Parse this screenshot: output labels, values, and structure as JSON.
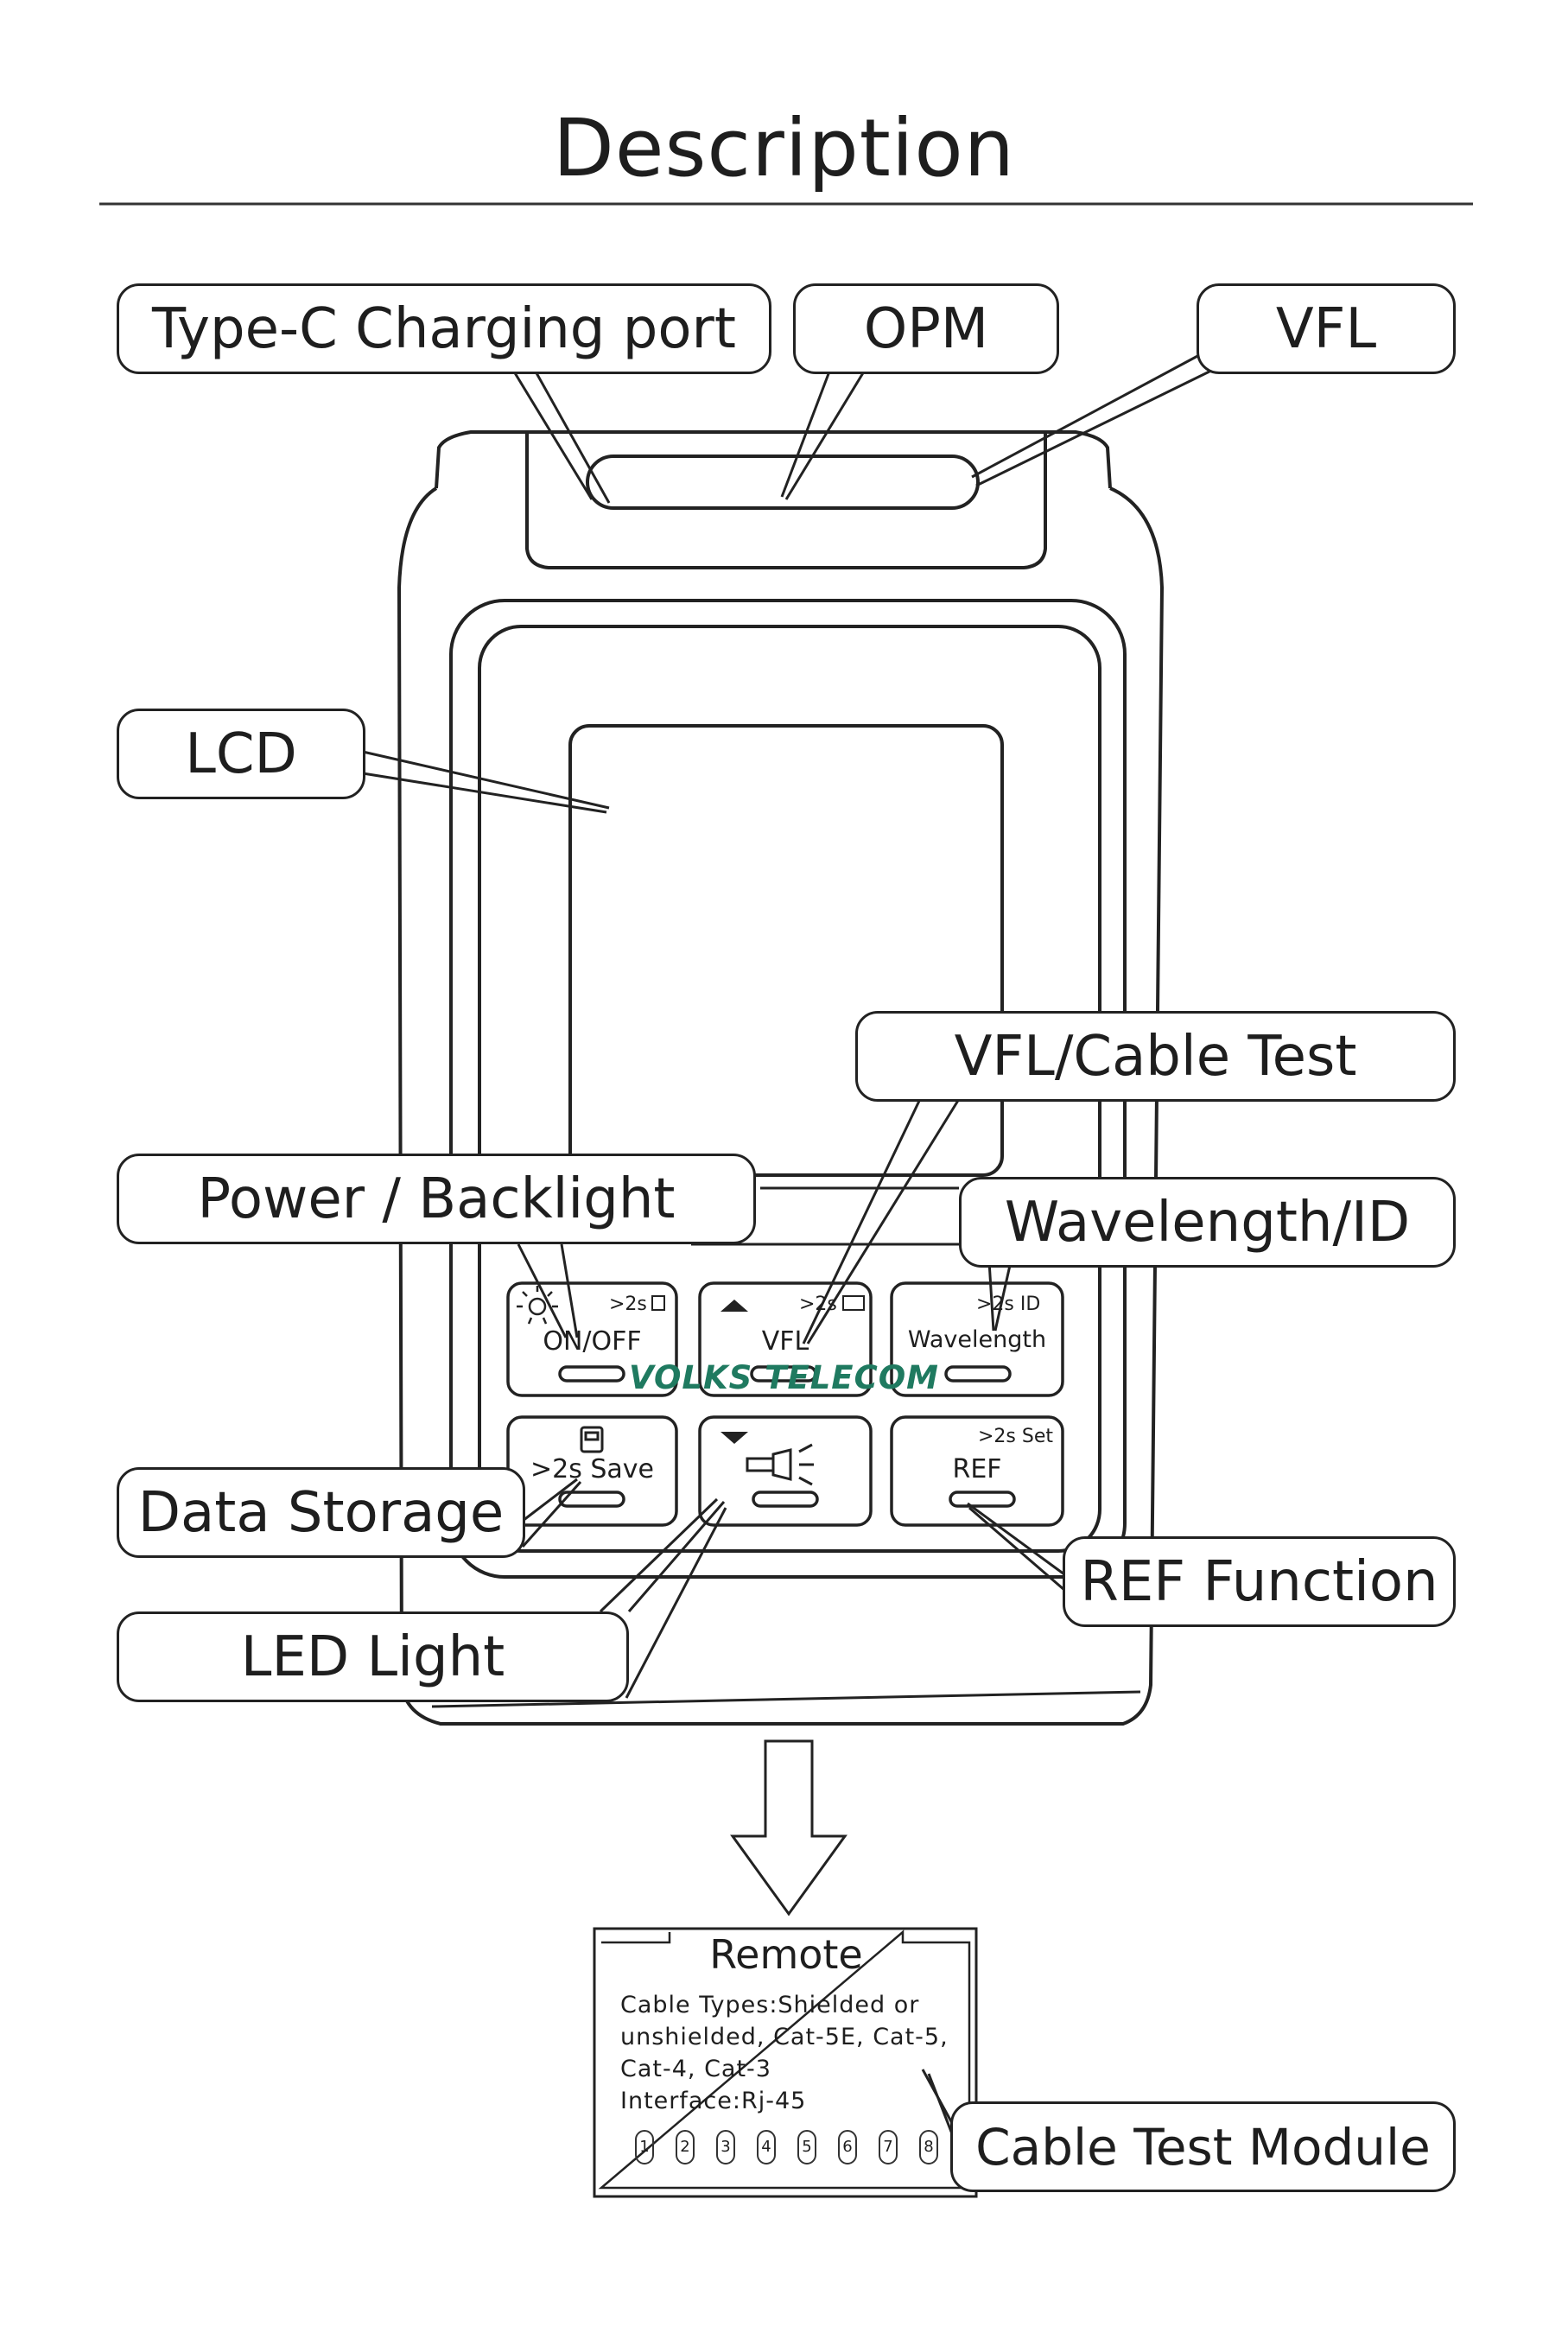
{
  "title": "Description",
  "brand": "VOLKS TELECOM",
  "callouts": {
    "type_c": "Type-C Charging port",
    "opm": "OPM",
    "vfl": "VFL",
    "lcd": "LCD",
    "vfl_cable": "VFL/Cable Test",
    "power": "Power / Backlight",
    "wavelength": "Wavelength/ID",
    "data_storage": "Data Storage",
    "ref_function": "REF Function",
    "led_light": "LED Light",
    "cable_module": "Cable Test Module"
  },
  "buttons": {
    "onoff": {
      "label": "ON/OFF",
      "hint": ">2s"
    },
    "vfl": {
      "label": "VFL",
      "hint": ">2s"
    },
    "wavelength": {
      "label": "Wavelength",
      "hint": ">2s ID"
    },
    "save": {
      "label": ">2s Save"
    },
    "ref": {
      "label": "REF",
      "hint": ">2s Set"
    }
  },
  "remote": {
    "title": "Remote",
    "lines": [
      "Cable Types:Shielded or",
      "unshielded, Cat-5E, Cat-5,",
      "Cat-4, Cat-3",
      "Interface:Rj-45"
    ],
    "pins": [
      "1",
      "2",
      "3",
      "4",
      "5",
      "6",
      "7",
      "8"
    ]
  },
  "icons": [
    "backlight-icon",
    "up-arrow-icon",
    "down-arrow-icon",
    "storage-icon",
    "flashlight-icon",
    "down-arrow-hollow-icon"
  ]
}
